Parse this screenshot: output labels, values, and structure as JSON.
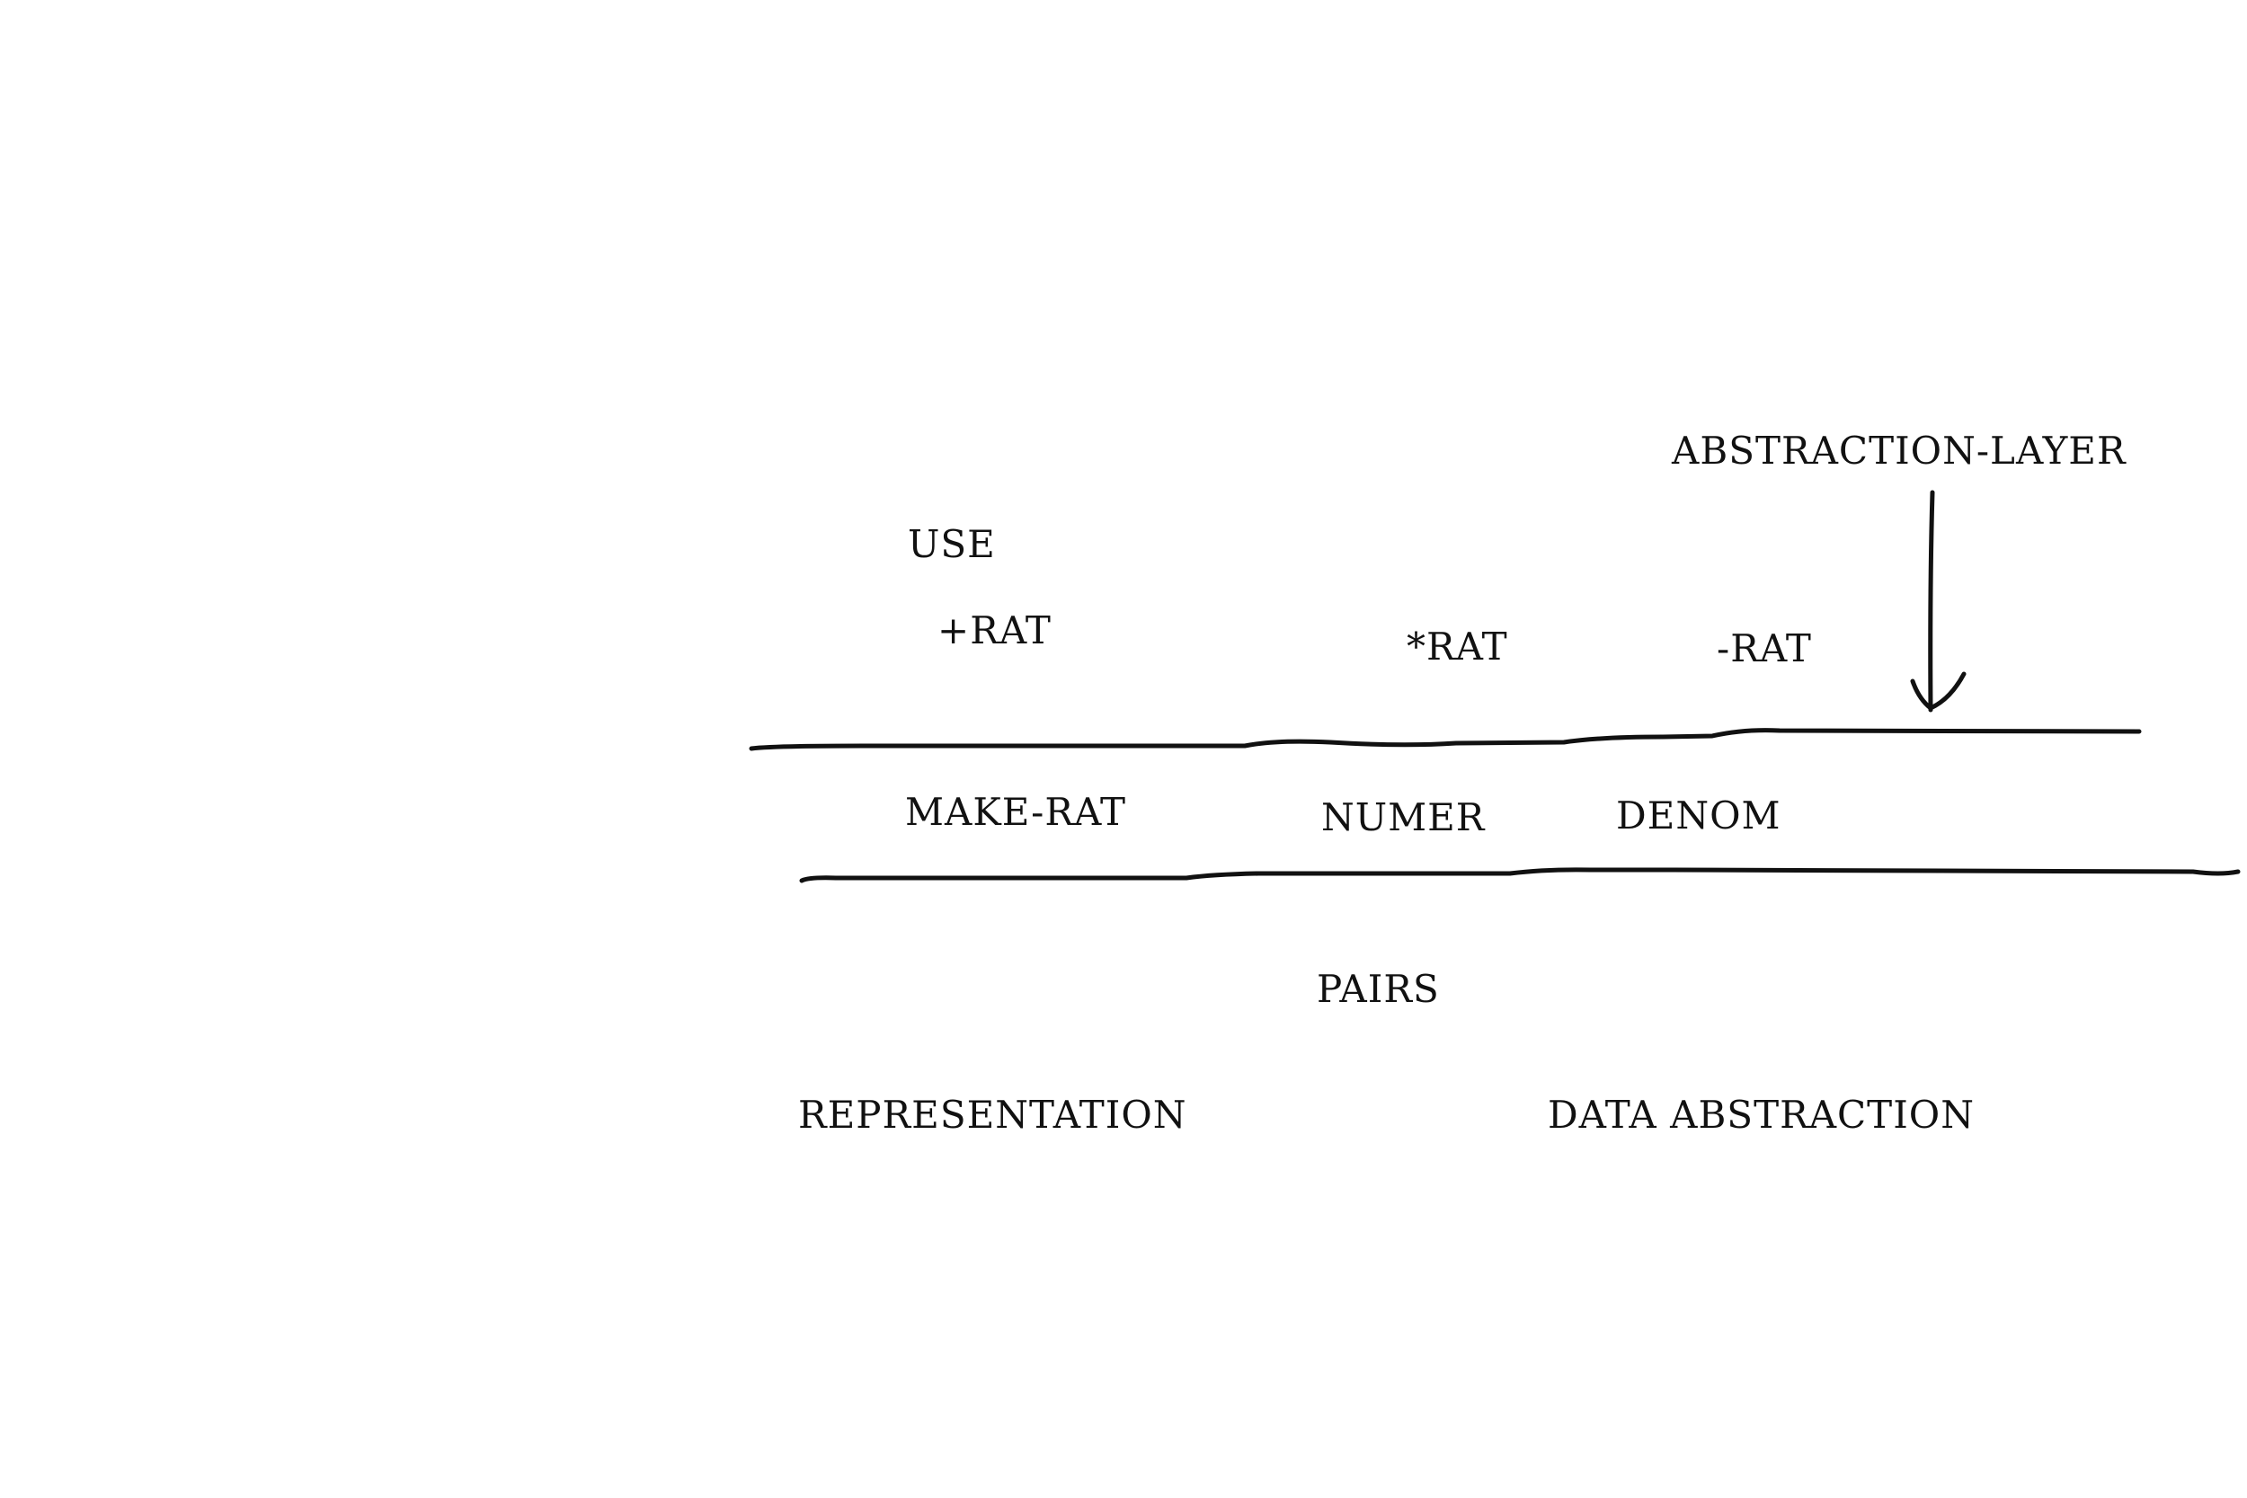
{
  "diagram": {
    "labels": {
      "abstraction_layer": "ABSTRACTION-LAYER",
      "use": "USE",
      "add_rat": "+RAT",
      "mul_rat": "*RAT",
      "sub_rat": "-RAT",
      "make_rat": "MAKE-RAT",
      "numer": "NUMER",
      "denom": "DENOM",
      "pairs": "PAIRS",
      "representation": "REPRESENTATION",
      "data_abstraction": "DATA ABSTRACTION"
    },
    "ink_color": "#111111",
    "background_color": "#ffffff"
  }
}
